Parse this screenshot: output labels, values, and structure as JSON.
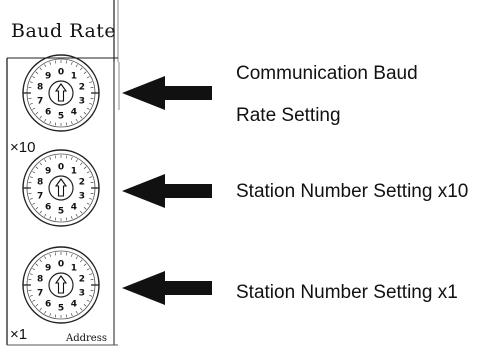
{
  "panel": {
    "header": "Baud Rate",
    "mark_x10": "×10",
    "mark_x1": "×1",
    "footer": "Address"
  },
  "switches": [
    {
      "name": "baud-rate-switch",
      "digits": [
        "0",
        "1",
        "2",
        "3",
        "4",
        "5",
        "6",
        "7",
        "8",
        "9"
      ]
    },
    {
      "name": "station-x10-switch",
      "digits": [
        "0",
        "1",
        "2",
        "3",
        "4",
        "5",
        "6",
        "7",
        "8",
        "9"
      ]
    },
    {
      "name": "station-x1-switch",
      "digits": [
        "0",
        "1",
        "2",
        "3",
        "4",
        "5",
        "6",
        "7",
        "8",
        "9"
      ]
    }
  ],
  "callouts": {
    "baud_line1": "Communication Baud",
    "baud_line2": "Rate Setting",
    "station_x10": "Station Number Setting x10",
    "station_x1": "Station Number Setting x1"
  },
  "colors": {
    "ink": "#111111",
    "background": "#ffffff"
  },
  "icons": [
    "rotary-switch-icon",
    "left-arrow-icon"
  ]
}
